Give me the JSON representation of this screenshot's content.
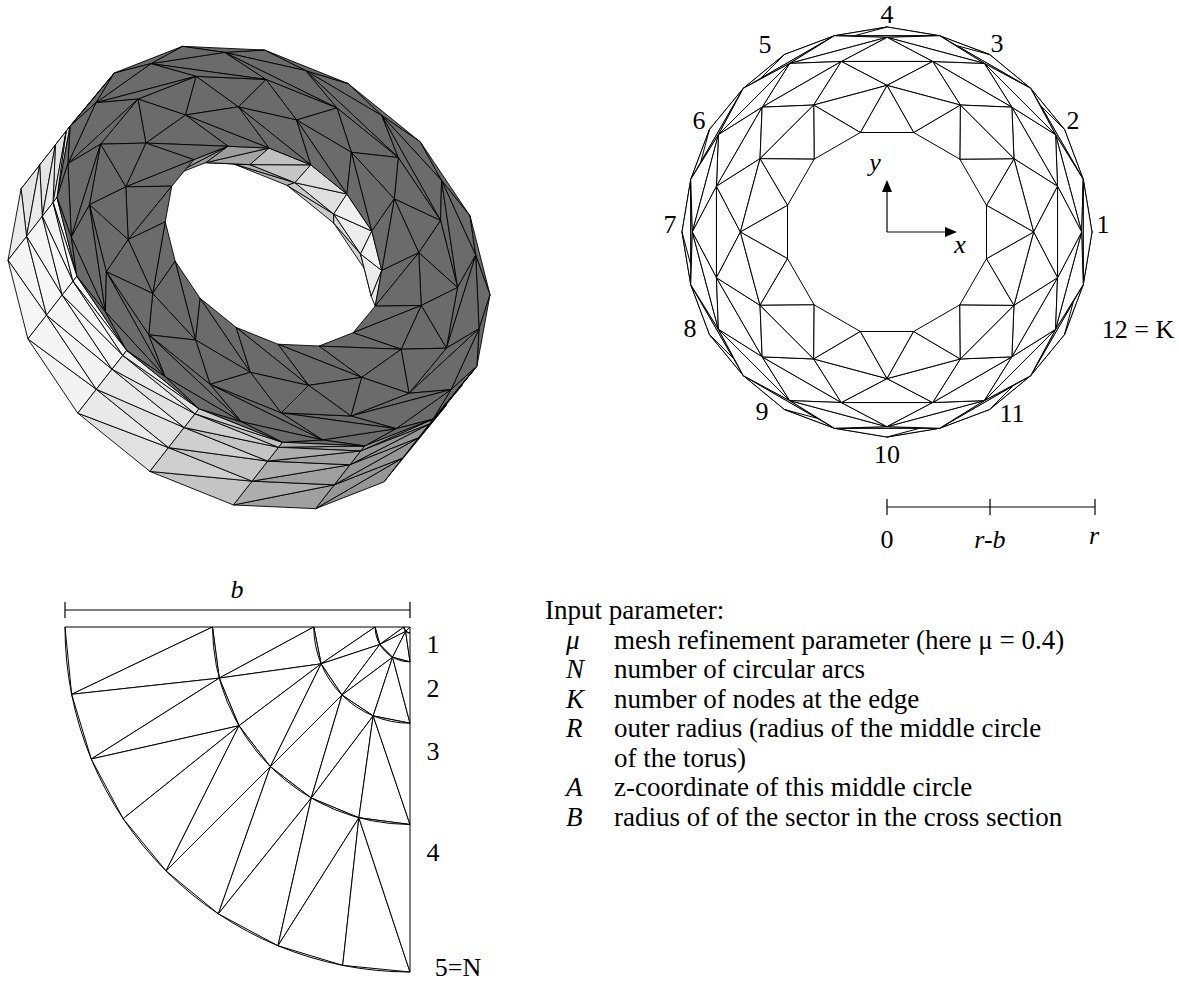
{
  "diagram": {
    "labels": [
      "1",
      "2",
      "3",
      "4",
      "5",
      "6",
      "7",
      "8",
      "9",
      "10",
      "11",
      "12 = K",
      "y",
      "x",
      "0",
      "r-b",
      "r",
      "b",
      "1",
      "2",
      "3",
      "4",
      "5=N",
      "Input parameter:",
      "μ",
      "mesh refinement parameter (here μ = 0.4)",
      "N",
      "number of circular arcs",
      "K",
      "number of nodes at the edge",
      "R",
      "outer radius (radius of the middle circle of the torus)",
      "A",
      "z-coordinate of this middle circle",
      "B",
      "radius of of the sector in the cross section"
    ]
  }
}
